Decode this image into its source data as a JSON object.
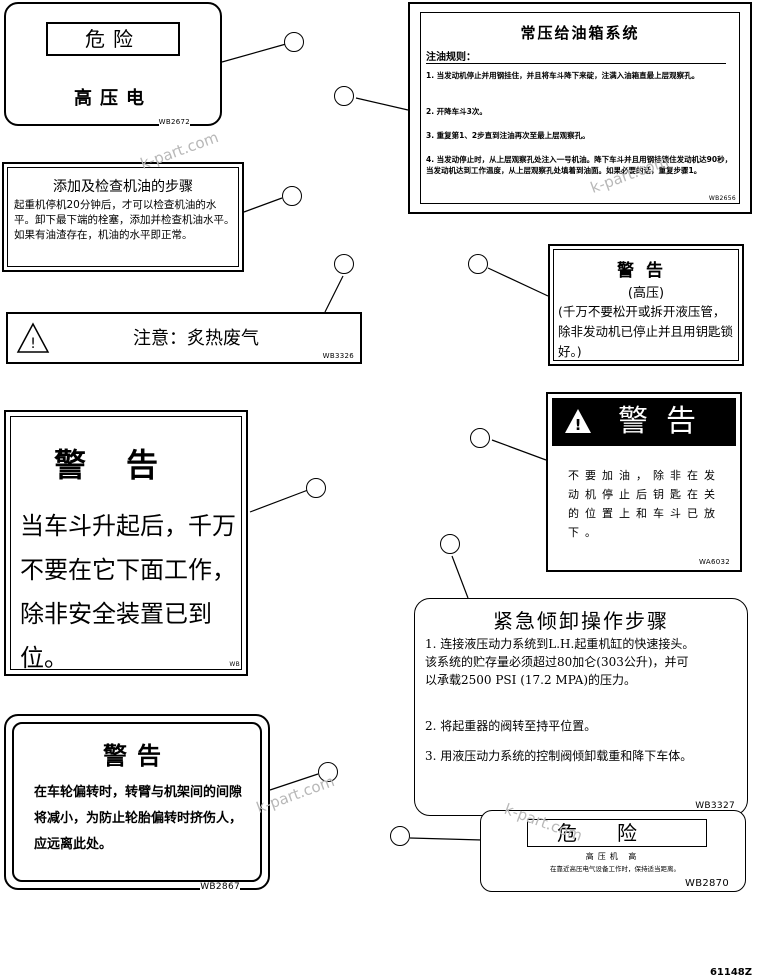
{
  "watermark": "k-part.com",
  "figure_code": "61148Z",
  "labels": {
    "danger_hv": {
      "title": "危险",
      "text": "高压电",
      "code": "WB2672"
    },
    "oil_check": {
      "title": "添加及检查机油的步骤",
      "body": "起重机停机20分钟后，才可以检查机油的水平。卸下最下端的栓塞，添加并检查机油水平。如果有油渣存在，机油的水平即正常。"
    },
    "hot_exhaust": {
      "text": "注意：炙热废气",
      "code": "WB3326"
    },
    "pressure_tank": {
      "title": "常压给油箱系统",
      "subtitle": "注油规则：",
      "items": [
        "1. 当发动机停止并用钢挂住，并且将车斗降下来碇，注满入油箱直最上层观察孔。",
        "2. 开降车斗3次。",
        "3. 重复第1、2步直到注油再次至最上层观察孔。",
        "4. 当发动停止时，从上层观察孔处注入一号机油。降下车斗并且用钢挂锁住发动机达90秒，当发动机达到工作温度，从上层观察孔处填着到油面。如果必要的话，重复步骤1。"
      ],
      "code": "WB2656"
    },
    "high_pressure": {
      "title": "警告",
      "sub": "(高压)",
      "body": "(千万不要松开或拆开液压管，除非发动机已停止并且用钥匙锁好。)"
    },
    "warning_refuel": {
      "title": "警告",
      "body": "不要加油，除非在发动机停止后钥匙在关的位置上和车斗已放下。",
      "code": "WA6032"
    },
    "bed_raised": {
      "title": "警告",
      "body": "当车斗升起后，千万不要在它下面工作，除非安全装置已到位。",
      "code": "WB"
    },
    "emergency_dump": {
      "title": "紧急倾卸操作步骤",
      "steps": [
        "1. 连接液压动力系统到L.H.起重机缸的快速接头。该系统的贮存量必须超过80加仑(303公升)，并可以承载2500 PSI (17.2 MPA)的压力。",
        "2. 将起重器的阀转至持平位置。",
        "3. 用液压动力系统的控制阀倾卸载重和降下车体。"
      ],
      "code": "WB3327"
    },
    "wheel_warning": {
      "title": "警告",
      "body": "在车轮偏转时，转臂与机架间的间隙将减小，为防止轮胎偏转时挤伤人，应远离此处。",
      "code": "WB2867"
    },
    "danger_hv2": {
      "title": "危险",
      "text": "高压机 高",
      "small": "在靠近高压电气设备工作时，保持适当距离。",
      "code": "WB2870"
    }
  }
}
